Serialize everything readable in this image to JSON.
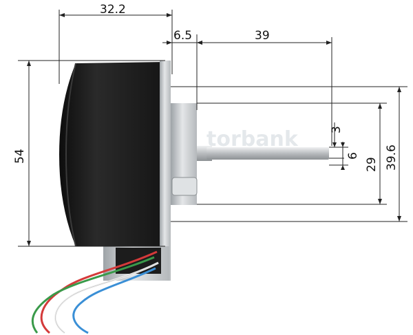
{
  "dimensions": {
    "body_length": "32.2",
    "flange_thickness": "6.5",
    "shaft_length": "39",
    "height": "54",
    "outer_diameter": "39.6",
    "boss_diameter": "29",
    "shaft_diameter": "6",
    "shaft_flat": "3"
  },
  "watermark": "torbank",
  "colors": {
    "body": "#1c1c1c",
    "metal": "#c9ccce",
    "line": "#222222",
    "wire_red": "#d43a3a",
    "wire_green": "#3a9a4a",
    "wire_blue": "#3a8fd6",
    "wire_white": "#f2f2f2"
  }
}
